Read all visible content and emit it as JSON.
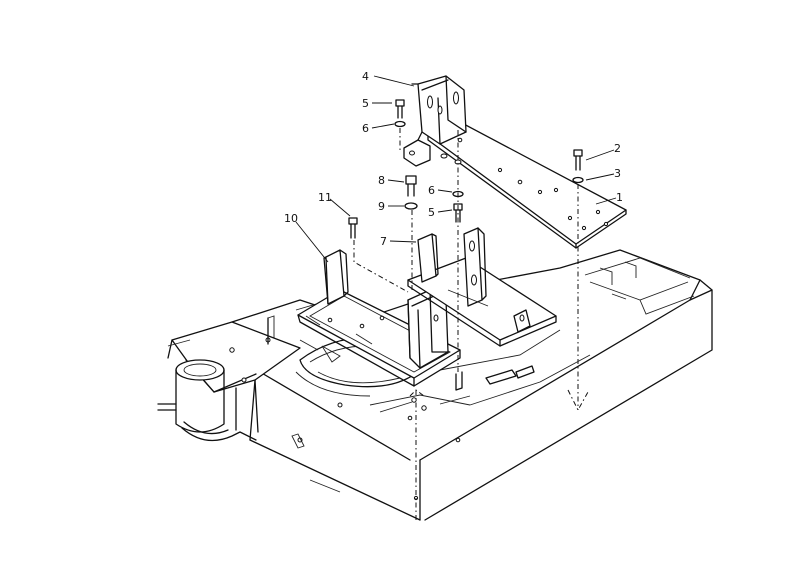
{
  "diagram": {
    "callouts": [
      {
        "id": "c1",
        "text": "1"
      },
      {
        "id": "c2",
        "text": "2"
      },
      {
        "id": "c3",
        "text": "3"
      },
      {
        "id": "c4",
        "text": "4"
      },
      {
        "id": "c5a",
        "text": "5"
      },
      {
        "id": "c5b",
        "text": "5"
      },
      {
        "id": "c6a",
        "text": "6"
      },
      {
        "id": "c6b",
        "text": "6"
      },
      {
        "id": "c7",
        "text": "7"
      },
      {
        "id": "c8",
        "text": "8"
      },
      {
        "id": "c9",
        "text": "9"
      },
      {
        "id": "c10",
        "text": "10"
      },
      {
        "id": "c11",
        "text": "11"
      }
    ]
  }
}
